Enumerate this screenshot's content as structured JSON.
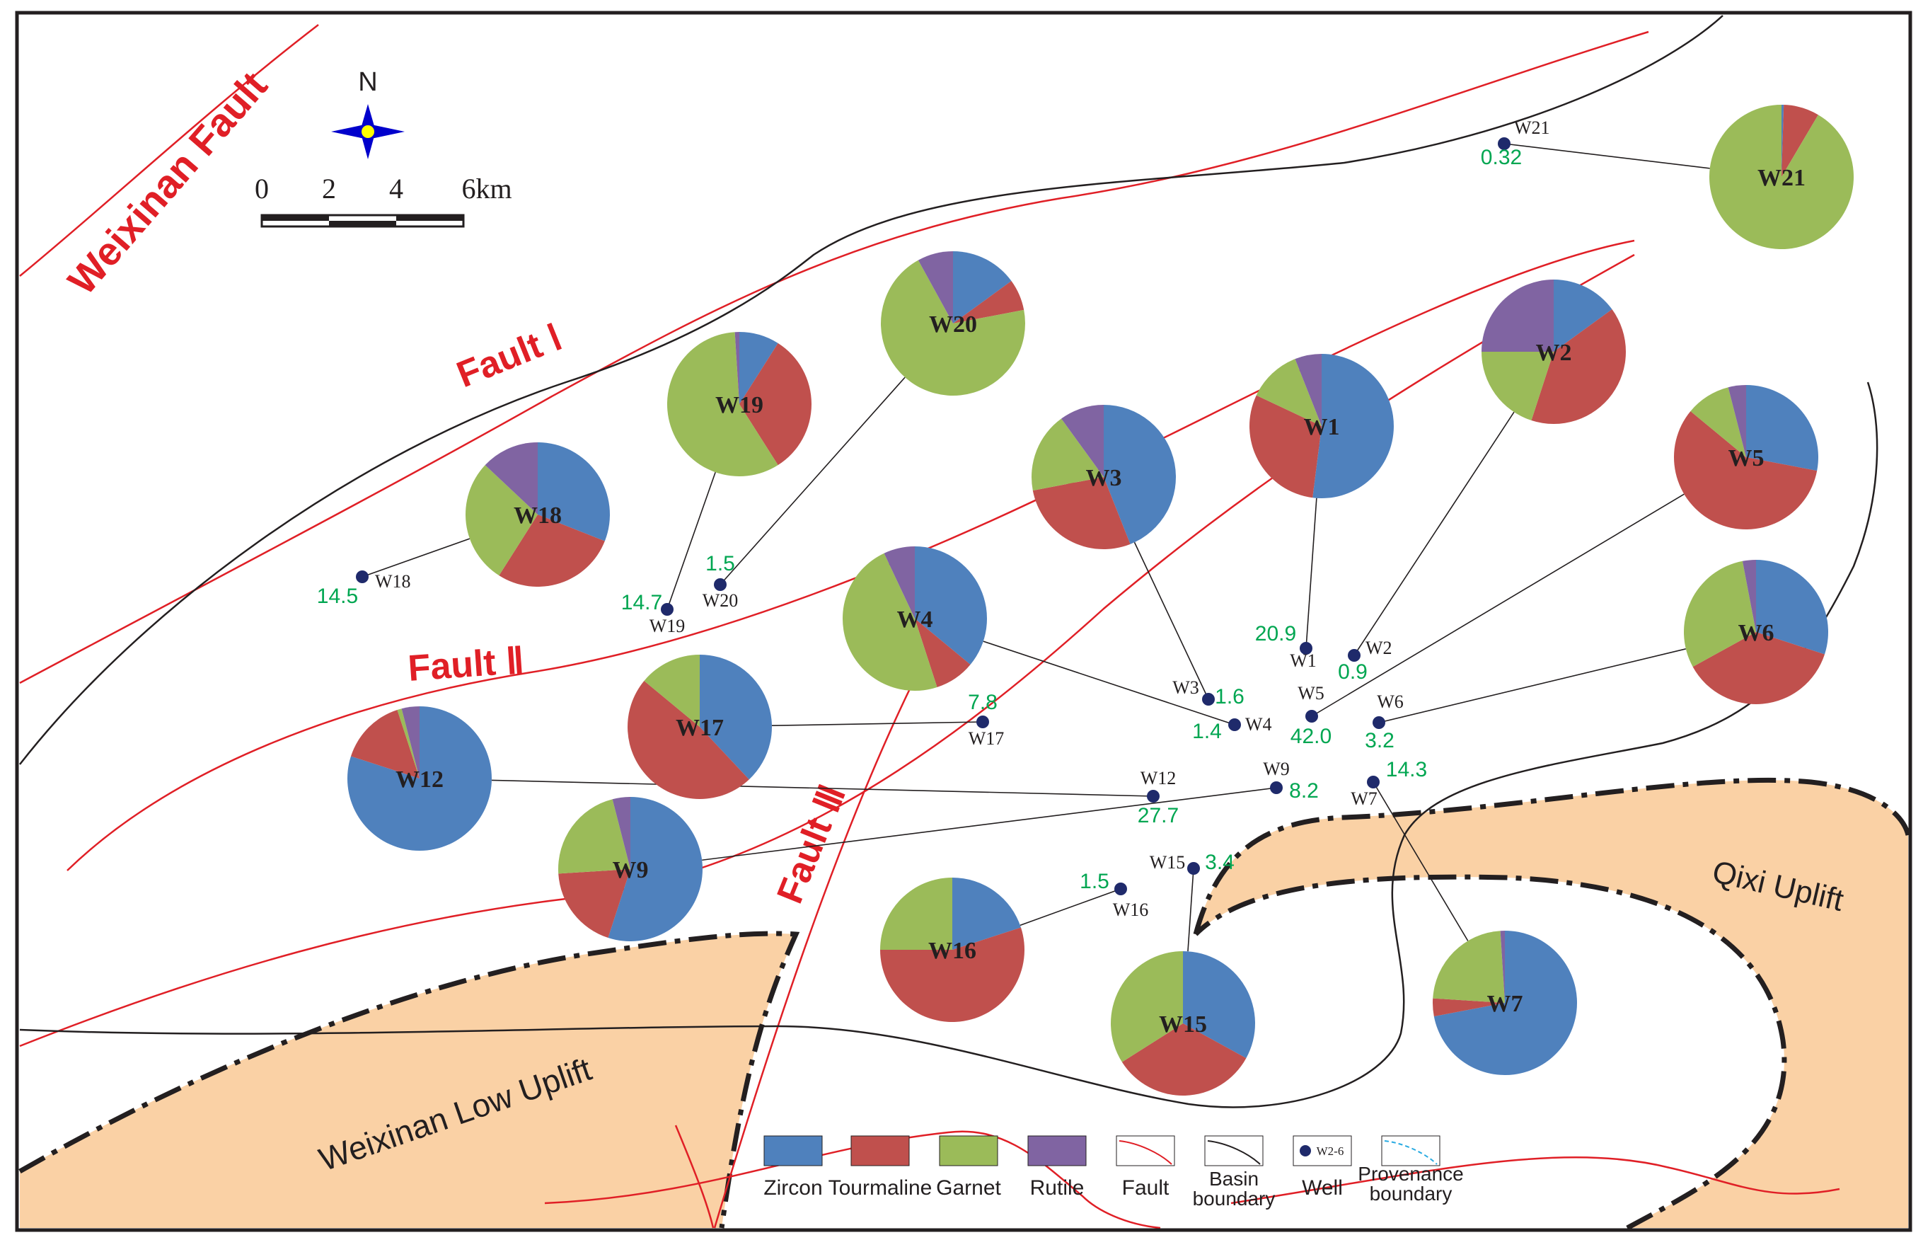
{
  "colors": {
    "zircon": "#4f81bd",
    "tourmaline": "#c0504d",
    "garnet": "#9bbb59",
    "rutile": "#8064a2",
    "fault": "#e01f26",
    "basin": "#231f20",
    "uplift": "#fad1a5",
    "well": "#1f2a6b",
    "value_text": "#00a651",
    "provenance": "#29abe2"
  },
  "labels": {
    "weixinan_fault": "Weixinan Fault",
    "fault_1": "Fault Ⅰ",
    "fault_2": "Fault Ⅱ",
    "fault_3": "Fault Ⅲ",
    "qixi_uplift": "Qixi Uplift",
    "weixinan_low_uplift": "Weixinan Low Uplift"
  },
  "compass": {
    "north": "N",
    "icon": "compass-rose-icon"
  },
  "scale_bar": {
    "ticks": [
      "0",
      "2",
      "4",
      "6km"
    ]
  },
  "legend": {
    "zircon": "Zircon",
    "tourmaline": "Tourmaline",
    "garnet": "Garnet",
    "rutile": "Rutile",
    "fault": "Fault",
    "basin_1": "Basin",
    "basin_2": "boundary",
    "well": "Well",
    "well_sample": "W2-6",
    "provenance_1": "Provenance",
    "provenance_2": "boundary"
  },
  "wells": [
    {
      "id": "W1",
      "value": "20.9",
      "zircon": 0.52,
      "tourmaline": 0.3,
      "garnet": 0.12,
      "rutile": 0.06
    },
    {
      "id": "W2",
      "value": "0.9",
      "zircon": 0.15,
      "tourmaline": 0.4,
      "garnet": 0.2,
      "rutile": 0.25
    },
    {
      "id": "W3",
      "value": "1.6",
      "zircon": 0.44,
      "tourmaline": 0.28,
      "garnet": 0.18,
      "rutile": 0.1
    },
    {
      "id": "W4",
      "value": "1.4",
      "zircon": 0.36,
      "tourmaline": 0.09,
      "garnet": 0.48,
      "rutile": 0.07
    },
    {
      "id": "W5",
      "value": "42.0",
      "zircon": 0.28,
      "tourmaline": 0.58,
      "garnet": 0.1,
      "rutile": 0.04
    },
    {
      "id": "W6",
      "value": "3.2",
      "zircon": 0.3,
      "tourmaline": 0.37,
      "garnet": 0.3,
      "rutile": 0.03
    },
    {
      "id": "W7",
      "value": "14.3",
      "zircon": 0.72,
      "tourmaline": 0.04,
      "garnet": 0.23,
      "rutile": 0.01
    },
    {
      "id": "W9",
      "value": "8.2",
      "zircon": 0.55,
      "tourmaline": 0.19,
      "garnet": 0.22,
      "rutile": 0.04
    },
    {
      "id": "W12",
      "value": "27.7",
      "zircon": 0.8,
      "tourmaline": 0.15,
      "garnet": 0.01,
      "rutile": 0.04
    },
    {
      "id": "W15",
      "value": "3.4",
      "zircon": 0.33,
      "tourmaline": 0.33,
      "garnet": 0.34,
      "rutile": 0.0
    },
    {
      "id": "W16",
      "value": "1.5",
      "zircon": 0.2,
      "tourmaline": 0.55,
      "garnet": 0.25,
      "rutile": 0.0
    },
    {
      "id": "W17",
      "value": "7.8",
      "zircon": 0.38,
      "tourmaline": 0.48,
      "garnet": 0.14,
      "rutile": 0.0
    },
    {
      "id": "W18",
      "value": "14.5",
      "zircon": 0.31,
      "tourmaline": 0.28,
      "garnet": 0.28,
      "rutile": 0.13
    },
    {
      "id": "W19",
      "value": "14.7",
      "zircon": 0.09,
      "tourmaline": 0.32,
      "garnet": 0.58,
      "rutile": 0.01
    },
    {
      "id": "W20",
      "value": "1.5",
      "zircon": 0.15,
      "tourmaline": 0.07,
      "garnet": 0.7,
      "rutile": 0.08
    },
    {
      "id": "W21",
      "value": "0.32",
      "zircon": 0.005,
      "tourmaline": 0.08,
      "garnet": 0.915,
      "rutile": 0.0
    }
  ]
}
